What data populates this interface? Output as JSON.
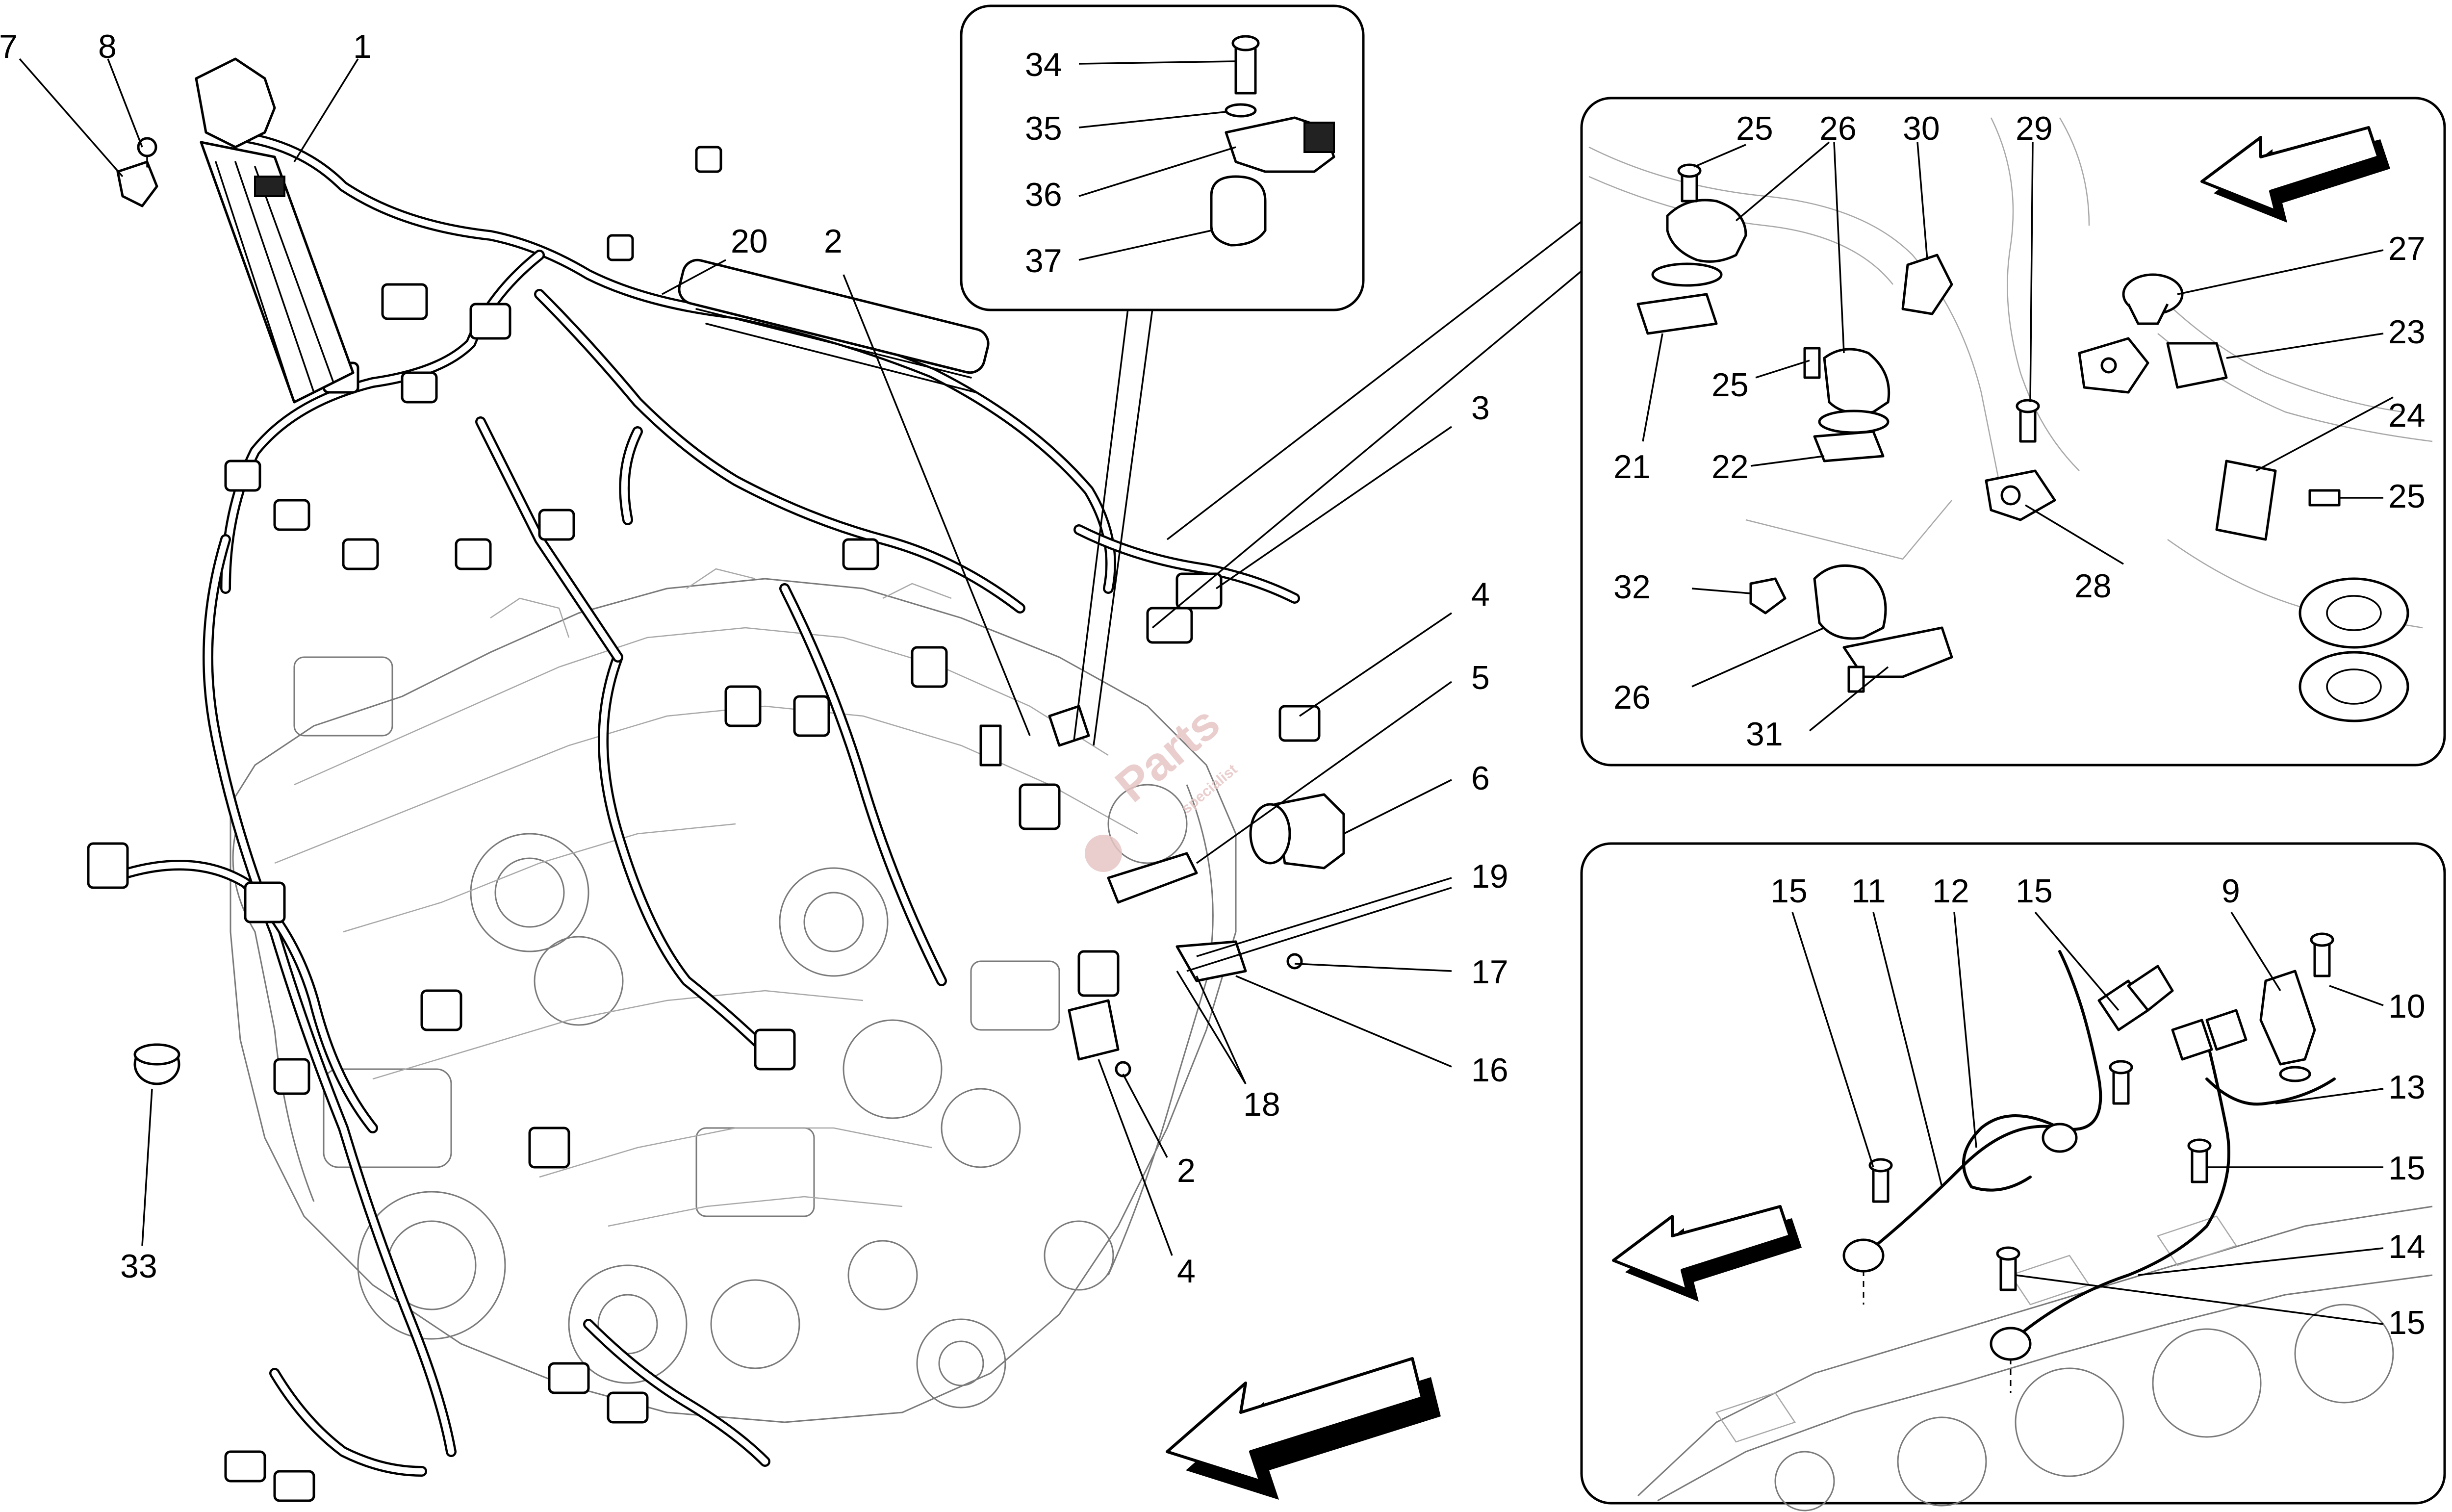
{
  "diagram": {
    "main_labels": [
      "7",
      "8",
      "1",
      "20",
      "2",
      "3",
      "4",
      "5",
      "6",
      "19",
      "17",
      "16",
      "18",
      "2",
      "4",
      "33"
    ],
    "top_inset_labels": [
      "34",
      "35",
      "36",
      "37"
    ],
    "right_inset_labels": [
      "25",
      "26",
      "30",
      "29",
      "27",
      "23",
      "25",
      "21",
      "22",
      "24",
      "25",
      "28",
      "32",
      "26",
      "31"
    ],
    "bottom_inset_labels": [
      "15",
      "11",
      "12",
      "15",
      "9",
      "10",
      "13",
      "15",
      "14",
      "15"
    ]
  },
  "watermark": {
    "brand": "Parts",
    "tagline": "specialist"
  },
  "colors": {
    "ink": "#000000",
    "engine_outline": "#7a7a7a",
    "watermark": "#e7c5c5",
    "background": "#ffffff"
  }
}
